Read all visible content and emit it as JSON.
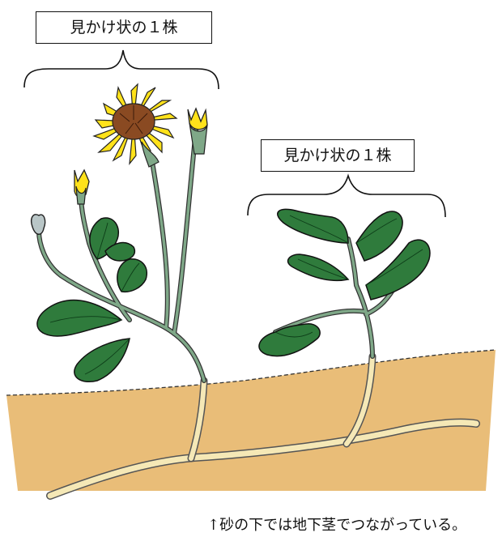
{
  "labels": {
    "left_plant": "見かけ状の１株",
    "right_plant": "見かけ状の１株"
  },
  "caption": "↑砂の下では地下茎でつながっている。",
  "colors": {
    "sand": "#e9bd78",
    "leaf": "#2f7b3c",
    "stem": "#7fa888",
    "rhizome": "#f5e8b6",
    "petal": "#ffe21a",
    "flower_center": "#8a4a22"
  }
}
